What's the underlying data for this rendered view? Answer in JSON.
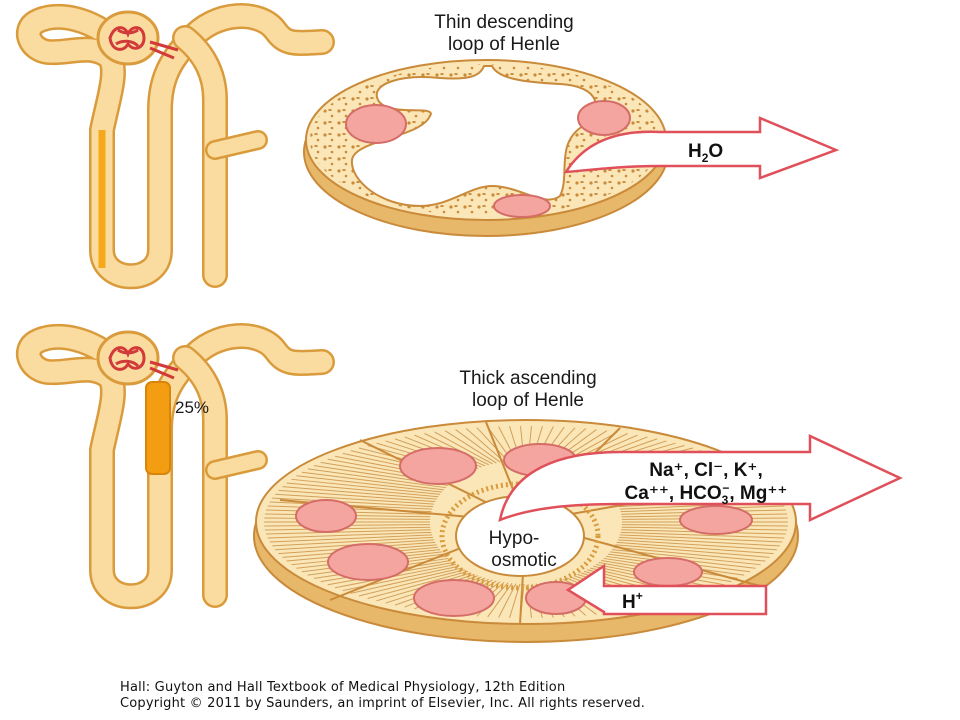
{
  "colors": {
    "tubule_fill": "#fbdca0",
    "tubule_edge": "#d99b3b",
    "tubule_inner": "#fdf6e0",
    "highlight_thin": "#f4a81a",
    "highlight_thick": "#f29d12",
    "nucleus": "#f5a5a0",
    "nucleus_edge": "#d46d68",
    "glomerulus": "#d23a3a",
    "arrow_fill": "#ffffff",
    "arrow_edge": "#e0505a"
  },
  "panels": [
    {
      "title_line1": "Thin descending",
      "title_line2": "loop of Henle",
      "arrow_main": "H",
      "arrow_sub": "2",
      "arrow_tail": "O"
    },
    {
      "title_line1": "Thick ascending",
      "title_line2": "loop of Henle",
      "percent_label": "25%",
      "arrow_out_line1": "Na⁺, Cl⁻, K⁺,",
      "arrow_out_line2_a": "Ca⁺⁺, HCO",
      "arrow_out_line2_sub": "3",
      "arrow_out_line2_sup": "−",
      "arrow_out_line2_b": ", Mg⁺⁺",
      "lumen_label_line1": "Hypo-",
      "lumen_label_line2": "osmotic",
      "arrow_in_main": "H",
      "arrow_in_sup": "+"
    }
  ],
  "caption": {
    "line1": "Hall: Guyton and Hall Textbook of Medical Physiology, 12th Edition",
    "line2": "Copyright © 2011 by Saunders, an imprint of Elsevier, Inc. All rights reserved."
  }
}
